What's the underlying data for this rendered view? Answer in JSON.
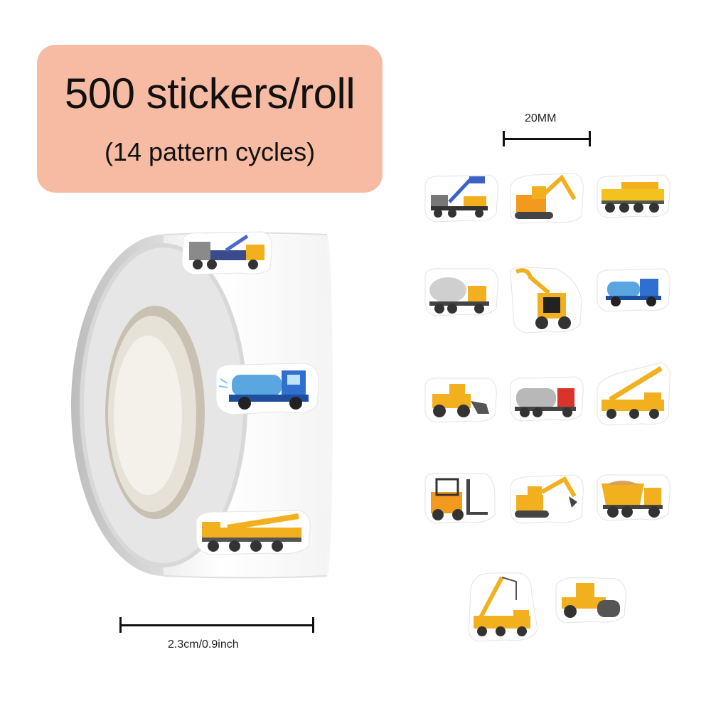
{
  "banner": {
    "title": "500 stickers/roll",
    "subtitle": "(14 pattern cycles)",
    "color": "#f7bba4"
  },
  "dimensions": {
    "sticker_size": "20MM",
    "roll_width": "2.3cm/0.9inch"
  },
  "roll_stickers": [
    {
      "name": "aerial-lift-truck"
    },
    {
      "name": "water-tanker-truck"
    },
    {
      "name": "mobile-crane"
    }
  ],
  "sticker_grid": [
    {
      "name": "aerial-lift-truck"
    },
    {
      "name": "excavator"
    },
    {
      "name": "mobile-crane"
    },
    {
      "name": "cement-mixer"
    },
    {
      "name": "skid-steer-loader"
    },
    {
      "name": "water-tanker-truck"
    },
    {
      "name": "bulldozer-loader"
    },
    {
      "name": "fuel-tanker-truck"
    },
    {
      "name": "crane-truck"
    },
    {
      "name": "forklift"
    },
    {
      "name": "excavator-small"
    },
    {
      "name": "dump-truck"
    },
    {
      "name": "tower-crane-truck"
    },
    {
      "name": "road-roller"
    }
  ]
}
